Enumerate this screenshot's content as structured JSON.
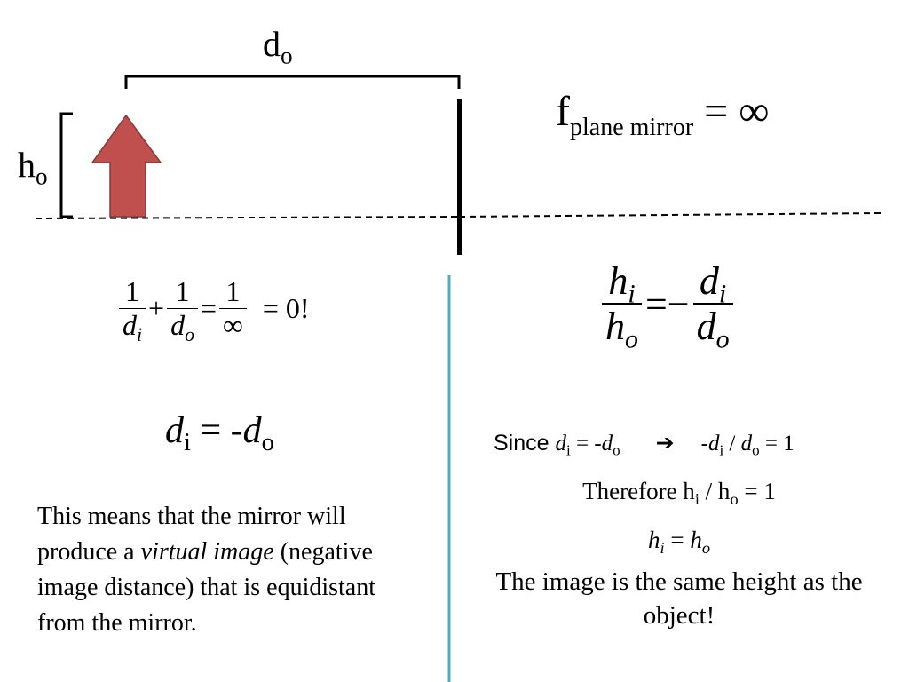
{
  "labels": {
    "do_main": "d",
    "do_sub": "o",
    "ho_main": "h",
    "ho_sub": "o"
  },
  "focal": {
    "f": "f",
    "sub": "plane mirror",
    "equals_infinity": " = ∞"
  },
  "thin_lens": {
    "one": "1",
    "plus": "+",
    "equals": "=",
    "d": "d",
    "sub_i": "i",
    "sub_o": "o",
    "infinity": "∞",
    "result": "= 0!"
  },
  "image_distance": {
    "d": "d",
    "sub_i": "i",
    "rest": " = -",
    "sub_o": "o"
  },
  "explanation": {
    "before": "This means that the mirror will produce a ",
    "emphasis": "virtual image",
    "after": " (negative image distance) that is equidistant from the mirror."
  },
  "magnification": {
    "h": "h",
    "d": "d",
    "sub_i": "i",
    "sub_o": "o",
    "equals_minus": "=−"
  },
  "since_line": {
    "since": "Since ",
    "d": "d",
    "sub_i": "i",
    "eq_neg": " = -",
    "sub_o": "o",
    "arrow": "➔",
    "neg": "-",
    "slash": " / ",
    "eq_one": " = 1"
  },
  "therefore_line": {
    "prefix": "Therefore h",
    "sub_i": "i",
    "slash": " / h",
    "sub_o": "o",
    "eq_one": " = 1"
  },
  "hi_ho_line": {
    "h": "h",
    "sub_i": "i",
    "equals": " = ",
    "sub_o": "o"
  },
  "conclusion": "The image is the same height as the object!",
  "colors": {
    "arrow_fill": "#c0504d",
    "arrow_stroke": "#8c3836",
    "divider": "#4bacc6",
    "mirror": "#000000"
  }
}
